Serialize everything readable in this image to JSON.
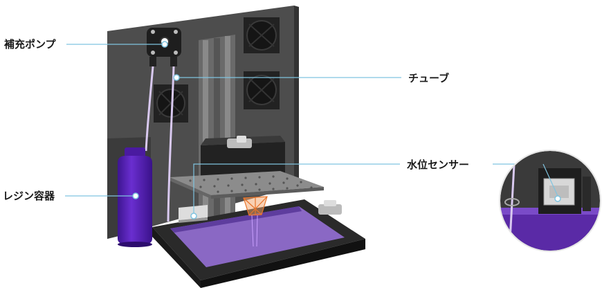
{
  "labels": {
    "refill_pump": "補充ポンプ",
    "tube": "チューブ",
    "level_sensor": "水位センサー",
    "resin_container": "レジン容器"
  },
  "colors": {
    "panel": "#4a4a4a",
    "panel_dark": "#2e2e2e",
    "resin_bottle": "#5a21b8",
    "resin_liquid": "#8a68c4",
    "vat": "#1c1c1c",
    "platform": "#8a8a8a",
    "tube": "#d9c9f0",
    "callout_line": "#7fc4e0",
    "print_part": "#e8742a"
  }
}
